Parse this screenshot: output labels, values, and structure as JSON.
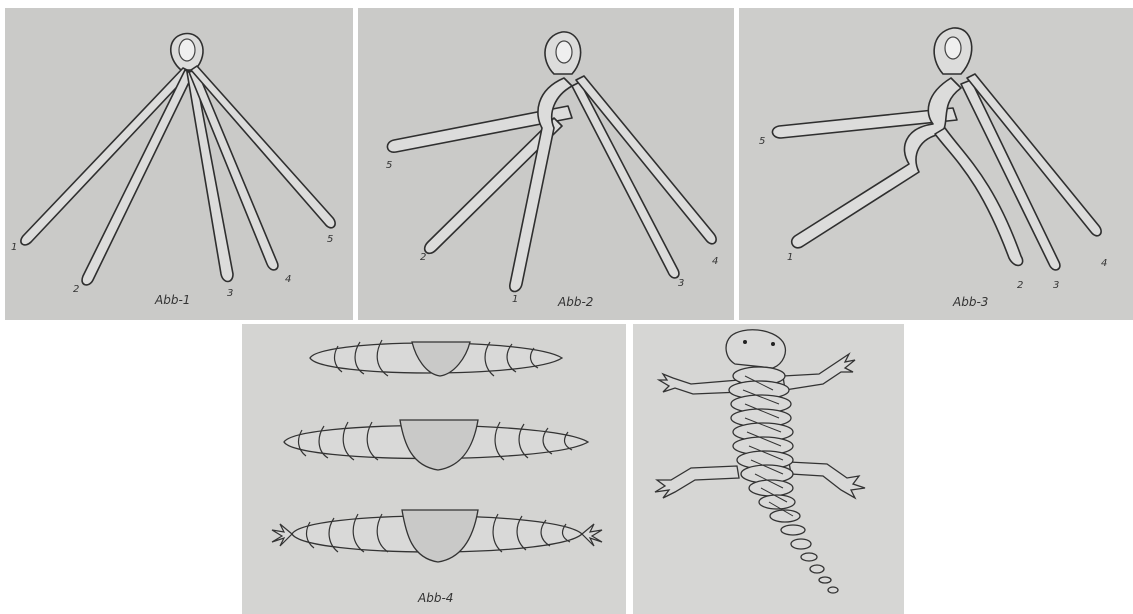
{
  "figures": {
    "abb1": {
      "caption": "Abb-1",
      "strand_labels": [
        "1",
        "2",
        "3",
        "4",
        "5"
      ]
    },
    "abb2": {
      "caption": "Abb-2",
      "strand_labels": [
        "5",
        "2",
        "1",
        "3",
        "4"
      ]
    },
    "abb3": {
      "caption": "Abb-3",
      "strand_labels": [
        "5",
        "1",
        "2",
        "3",
        "4"
      ]
    },
    "abb4": {
      "caption": "Abb-4"
    },
    "lizard": {}
  },
  "colors": {
    "panel_bg": "#cfcfcd",
    "panel_bg_light": "#d6d6d4",
    "line": "#2f2f2f"
  }
}
